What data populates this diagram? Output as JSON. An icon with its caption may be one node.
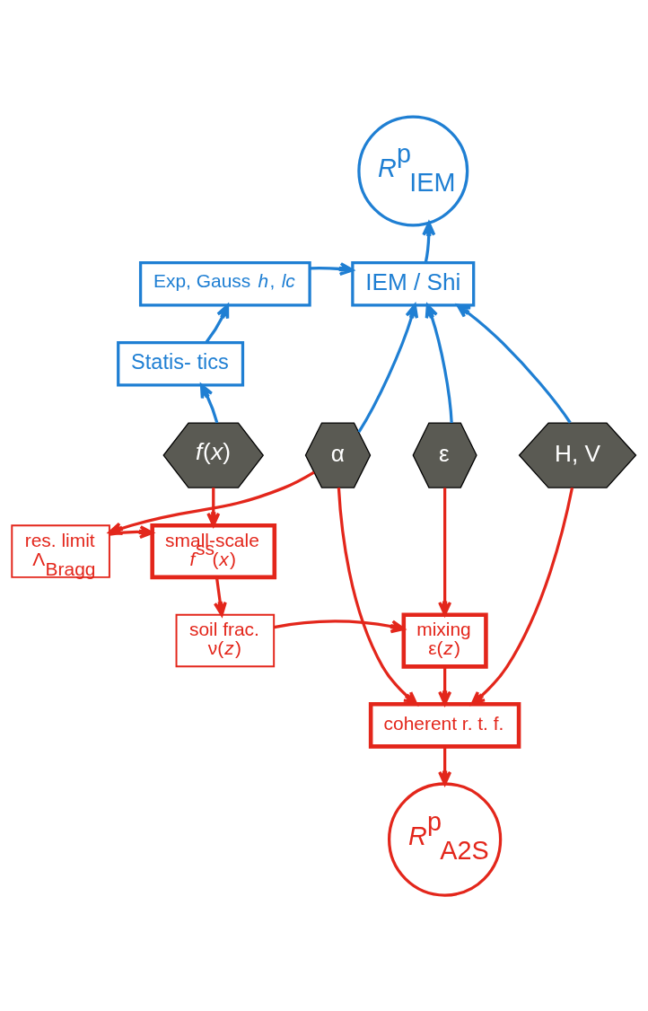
{
  "diagram": {
    "nodes": [
      {
        "text": [
          "*R*$^{p}$$_{IEM}$"
        ]
      },
      {
        "text": [
          "Exp, Gauss *h*, *lc*"
        ]
      },
      {
        "text": [
          "IEM / Shi"
        ]
      },
      {
        "text": [
          "Statis- tics"
        ]
      },
      {
        "text": [
          "*f*(*x*)"
        ]
      },
      {
        "text": [
          "α"
        ]
      },
      {
        "text": [
          "ε"
        ]
      },
      {
        "text": [
          "H, V"
        ]
      },
      {
        "text": [
          "small-scale",
          "*f*$^{ss}$(*x*)"
        ]
      },
      {
        "text": [
          "res. limit",
          "Λ$_{Bragg}$"
        ]
      },
      {
        "text": [
          "soil frac.",
          "ν(*z*)"
        ]
      },
      {
        "text": [
          "mixing",
          "ε(*z*)"
        ]
      },
      {
        "text": [
          "coherent r. t. f."
        ]
      },
      {
        "text": [
          "*R*$^{p}$$_{A2S}$"
        ]
      }
    ],
    "edges": [
      {
        "from": 2,
        "to": 0,
        "arrow": "to",
        "color": "#1f7fd3"
      },
      {
        "from": 1,
        "to": 2,
        "arrow": "to",
        "color": "#1f7fd3"
      },
      {
        "from": 3,
        "to": 1,
        "arrow": "to",
        "color": "#1f7fd3"
      },
      {
        "from": 4,
        "to": 3,
        "arrow": "to",
        "color": "#1f7fd3"
      },
      {
        "from": 5,
        "to": 2,
        "arrow": "to",
        "color": "#1f7fd3"
      },
      {
        "from": 6,
        "to": 2,
        "arrow": "to",
        "color": "#1f7fd3"
      },
      {
        "from": 7,
        "to": 2,
        "arrow": "to",
        "color": "#1f7fd3"
      },
      {
        "from": 4,
        "to": 8,
        "arrow": "to"
      },
      {
        "from": 5,
        "to": 9,
        "arrow": "to"
      },
      {
        "from": 9,
        "to": 8,
        "arrow": "to"
      },
      {
        "from": 8,
        "to": 10,
        "arrow": "to"
      },
      {
        "from": 10,
        "to": 11,
        "arrow": "to"
      },
      {
        "from": 6,
        "to": 11,
        "arrow": "to"
      },
      {
        "from": 11,
        "to": 12,
        "arrow": "to"
      },
      {
        "from": 5,
        "to": 12,
        "arrow": "to"
      },
      {
        "from": 7,
        "to": 12,
        "arrow": "to"
      },
      {
        "from": 12,
        "to": 13,
        "arrow": "to"
      }
    ]
  }
}
